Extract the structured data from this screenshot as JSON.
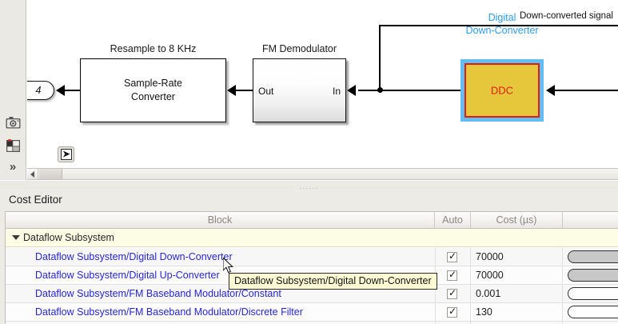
{
  "toolstrip": {
    "icons": [
      {
        "name": "camera-icon",
        "glyph": "camera"
      },
      {
        "name": "layout-icon",
        "glyph": "layout"
      },
      {
        "name": "more-chevrons-icon",
        "glyph": "»"
      }
    ]
  },
  "canvas": {
    "signal_label": "Down-converted signal",
    "outport": {
      "number": "4"
    },
    "blocks": [
      {
        "id": "sample-rate-converter",
        "label": "Resample to 8 KHz",
        "body_line1": "Sample-Rate",
        "body_line2": "Converter"
      },
      {
        "id": "fm-demodulator",
        "label": "FM Demodulator",
        "port_out": "Out",
        "port_in": "In"
      },
      {
        "id": "digital-down-converter",
        "label_line1": "Digital",
        "label_line2": "Down-Converter",
        "body": "DDC",
        "selected": true,
        "fill_color": "#e6c73c",
        "border_color": "#e01b10",
        "selection_color": "#62bdf4",
        "label_color": "#2f9ced"
      }
    ],
    "toolbar_button": {
      "name": "command-prompt-button",
      "glyph": "➤"
    }
  },
  "cost_editor": {
    "title": "Cost Editor",
    "columns": [
      "Block",
      "Auto",
      "Cost (µs)",
      ""
    ],
    "group_row": {
      "name": "Dataflow Subsystem",
      "expanded": true
    },
    "rows": [
      {
        "block": "Dataflow Subsystem/Digital Down-Converter",
        "auto": true,
        "cost": "70000",
        "action_disabled": true
      },
      {
        "block": "Dataflow Subsystem/Digital Up-Converter",
        "auto": true,
        "cost": "70000",
        "action_disabled": true
      },
      {
        "block": "Dataflow Subsystem/FM Baseband Modulator/Constant",
        "auto": true,
        "cost": "0.001",
        "action_disabled": false
      },
      {
        "block": "Dataflow Subsystem/FM Baseband Modulator/Discrete Filter",
        "auto": true,
        "cost": "130",
        "action_disabled": false
      },
      {
        "block": "",
        "auto": true,
        "cost": "",
        "action_disabled": false
      }
    ],
    "checkmark": "✓"
  },
  "tooltip": {
    "text": "Dataflow Subsystem/Digital Down-Converter"
  }
}
